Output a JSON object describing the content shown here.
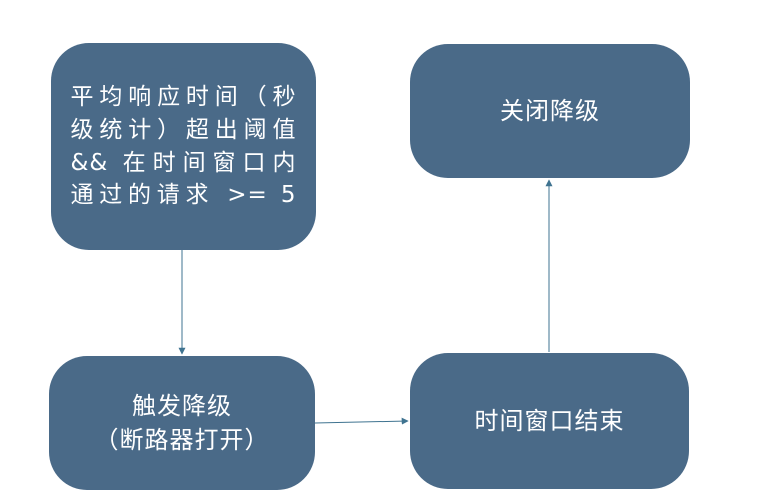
{
  "nodes": {
    "condition": {
      "lines": [
        "平均响应时间（秒",
        "级统计）超出阈值",
        "&& 在时间窗口内",
        "通过的请求 >= 5"
      ]
    },
    "trigger": {
      "lines": [
        "触发降级",
        "（断路器打开）"
      ]
    },
    "window_end": {
      "lines": [
        "时间窗口结束"
      ]
    },
    "close": {
      "lines": [
        "关闭降级"
      ]
    }
  },
  "edges": [
    {
      "from": "condition",
      "to": "trigger"
    },
    {
      "from": "trigger",
      "to": "window_end"
    },
    {
      "from": "window_end",
      "to": "close"
    }
  ],
  "colors": {
    "node_fill": "#4a6a88",
    "node_text": "#ffffff",
    "edge": "#3f7390"
  }
}
